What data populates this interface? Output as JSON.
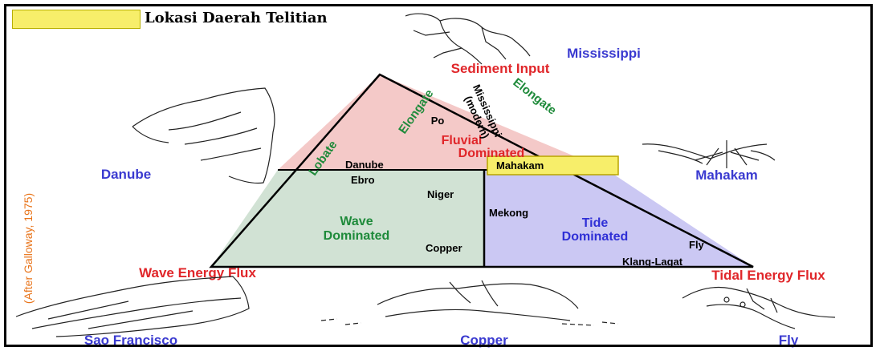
{
  "legend": {
    "label": "Lokasi Daerah Telitian",
    "swatch_color": "#f7ee6a"
  },
  "vertices": {
    "top": "Sediment Input",
    "left": "Wave Energy Flux",
    "right": "Tidal Energy Flux"
  },
  "zones": {
    "fluvial": {
      "line1": "Fluvial",
      "line2": "Dominated",
      "color": "#f4c9c8"
    },
    "wave": {
      "line1": "Wave",
      "line2": "Dominated",
      "color": "#d1e2d4"
    },
    "tide": {
      "line1": "Tide",
      "line2": "Dominated",
      "color": "#cbc8f3"
    }
  },
  "shape_labels": {
    "elongate": "Elongate",
    "lobate": "Lobate"
  },
  "deltas_in_triangle": {
    "po": "Po",
    "mississippi_modern_1": "Mississippi",
    "mississippi_modern_2": "(modern)",
    "danube": "Danube",
    "ebro": "Ebro",
    "niger": "Niger",
    "mekong": "Mekong",
    "copper": "Copper",
    "fly": "Fly",
    "klang": "Klang-Lagat",
    "mahakam": "Mahakam"
  },
  "map_labels": {
    "mississippi": "Mississippi",
    "danube": "Danube",
    "mahakam": "Mahakam",
    "sao_francisco": "Sao Francisco",
    "copper": "Copper",
    "fly": "Fly"
  },
  "citation": "(After Galloway, 1975)",
  "colors": {
    "vertex_label": "#e0262a",
    "zone_red": "#e0262a",
    "zone_green": "#1e8a3a",
    "zone_blue": "#2f2fd6",
    "map_label": "#3a3ad0",
    "citation": "#e8741a",
    "highlight": "#f7ee6a"
  }
}
